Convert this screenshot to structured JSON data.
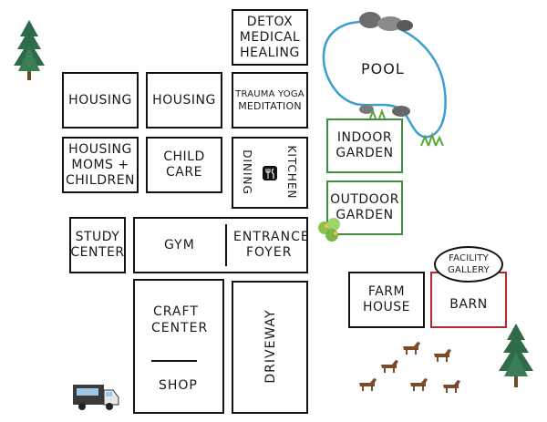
{
  "rooms": {
    "detox": [
      "DETOX",
      "MEDICAL",
      "HEALING"
    ],
    "housing_1": "HOUSING",
    "housing_2": "HOUSING",
    "trauma": [
      "TRAUMA YOGA",
      "MEDITATION"
    ],
    "housing_moms": [
      "HOUSING",
      "MOMS +",
      "CHILDREN"
    ],
    "child_care": [
      "CHILD",
      "CARE"
    ],
    "dining": "DINING",
    "kitchen": "KITCHEN",
    "study": [
      "STUDY",
      "CENTER"
    ],
    "gym": "GYM",
    "entrance": [
      "ENTRANCE",
      "FOYER"
    ],
    "indoor_garden": [
      "INDOOR",
      "GARDEN"
    ],
    "outdoor_garden": [
      "OUTDOOR",
      "GARDEN"
    ],
    "pool": "POOL",
    "craft": [
      "CRAFT",
      "CENTER"
    ],
    "shop": "SHOP",
    "driveway": "DRIVEWAY",
    "farm_house": [
      "FARM",
      "HOUSE"
    ],
    "barn": "BARN",
    "facility_gallery": [
      "FACILITY",
      "GALLERY"
    ]
  },
  "icons": [
    "pine-tree-icon",
    "utensils-icon",
    "rock-icon",
    "plant-icon",
    "horse-icon",
    "food-truck-icon"
  ],
  "colors": {
    "pool_outline": "#3a9fd0",
    "garden_border": "#3f8f3f",
    "barn_border": "#b32a2a",
    "tree": "#2f6b48",
    "horse": "#7a4a2a"
  }
}
